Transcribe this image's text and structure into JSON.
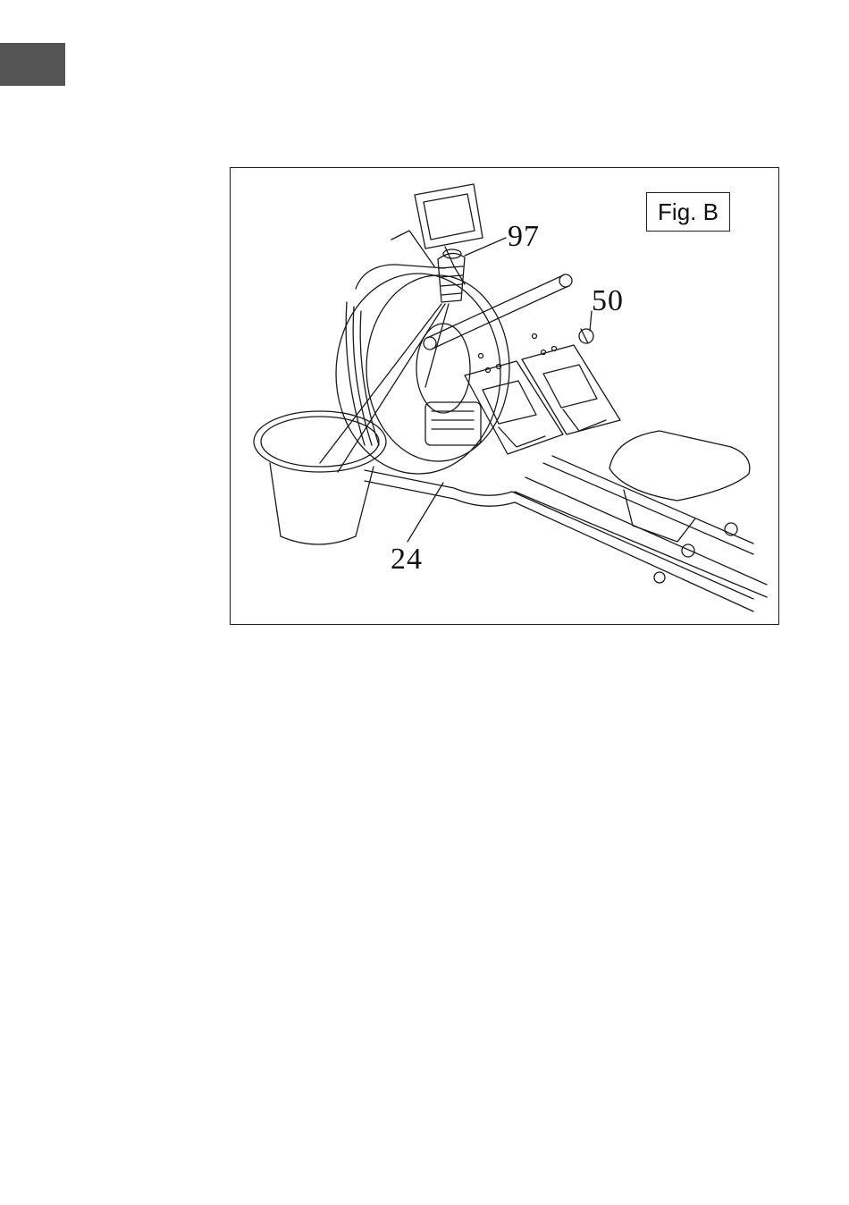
{
  "page": {
    "tab_color": "#545454"
  },
  "figure": {
    "label": "Fig. B",
    "callouts": {
      "part_97": "97",
      "part_50": "50",
      "part_24": "24"
    },
    "illustration": "rowing-machine-line-drawing"
  }
}
